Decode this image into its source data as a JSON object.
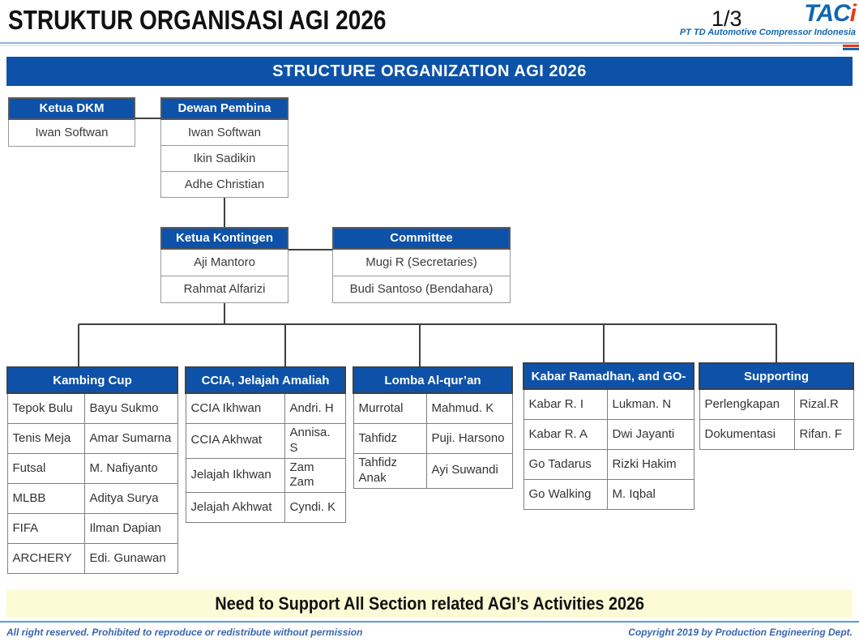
{
  "page": {
    "title": "STRUKTUR ORGANISASI AGI 2026",
    "page_number": "1/3",
    "logo": {
      "text_main": "TAC",
      "text_accent": "i",
      "subtitle": "PT TD Automotive Compressor Indonesia"
    },
    "banner": "STRUCTURE ORGANIZATION AGI 2026",
    "bottom_banner": "Need to Support All Section related AGI’s Activities 2026",
    "footer_left": "All right reserved. Prohibited to reproduce or redistribute without permission",
    "footer_right": "Copyright 2019 by Production Engineering Dept."
  },
  "org": {
    "boxes": [
      {
        "title": "Ketua DKM",
        "members": [
          "Iwan Softwan"
        ]
      },
      {
        "title": "Dewan Pembina",
        "members": [
          "Iwan Softwan",
          "Ikin Sadikin",
          "Adhe Christian"
        ]
      },
      {
        "title": "Ketua Kontingen",
        "members": [
          "Aji Mantoro",
          "Rahmat Alfarizi"
        ]
      },
      {
        "title": "Committee",
        "members": [
          "Mugi R (Secretaries)",
          "Budi Santoso (Bendahara)"
        ]
      }
    ],
    "sections": [
      {
        "title": "Kambing Cup",
        "rows": [
          [
            "Tepok Bulu",
            "Bayu Sukmo"
          ],
          [
            "Tenis Meja",
            "Amar Sumarna"
          ],
          [
            "Futsal",
            "M. Nafiyanto"
          ],
          [
            "MLBB",
            "Aditya Surya"
          ],
          [
            "FIFA",
            "Ilman Dapian"
          ],
          [
            "ARCHERY",
            "Edi. Gunawan"
          ]
        ]
      },
      {
        "title": "CCIA, Jelajah Amaliah",
        "rows": [
          [
            "CCIA Ikhwan",
            "Andri. H"
          ],
          [
            "CCIA Akhwat",
            "Annisa. S"
          ],
          [
            "Jelajah Ikhwan",
            "Zam Zam"
          ],
          [
            "Jelajah Akhwat",
            "Cyndi. K"
          ]
        ]
      },
      {
        "title": "Lomba Al-qur’an",
        "rows": [
          [
            "Murrotal",
            "Mahmud. K"
          ],
          [
            "Tahfidz",
            "Puji. Harsono"
          ],
          [
            "Tahfidz Anak",
            "Ayi Suwandi"
          ]
        ]
      },
      {
        "title": "Kabar Ramadhan, and GO-",
        "rows": [
          [
            "Kabar R. I",
            "Lukman. N"
          ],
          [
            "Kabar R. A",
            "Dwi Jayanti"
          ],
          [
            "Go Tadarus",
            "Rizki Hakim"
          ],
          [
            "Go Walking",
            "M. Iqbal"
          ]
        ]
      },
      {
        "title": "Supporting",
        "rows": [
          [
            "Perlengkapan",
            "Rizal.R"
          ],
          [
            "Dokumentasi",
            "Rifan. F"
          ]
        ]
      }
    ]
  },
  "colors": {
    "header_blue": "#0d52a8",
    "logo_blue": "#1266b1",
    "logo_red": "#e8380d",
    "banner_yellow": "#fdfbd5",
    "footer_blue": "#3a66b0",
    "wire_gray": "#404040"
  }
}
